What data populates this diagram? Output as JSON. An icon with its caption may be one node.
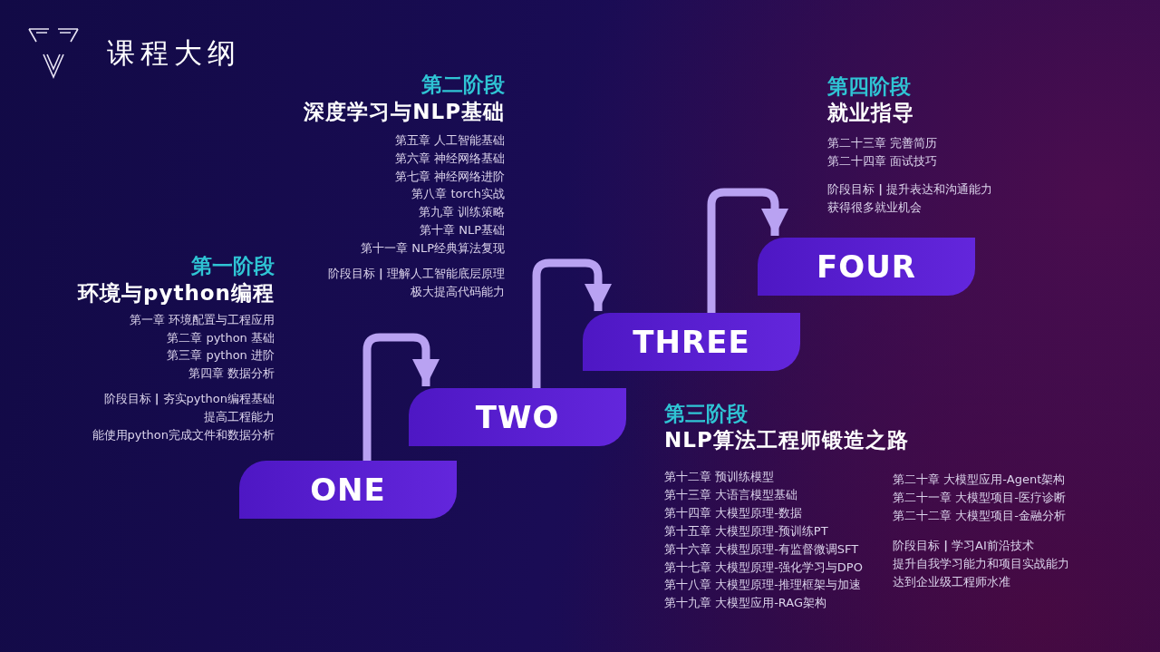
{
  "diagram": {
    "title": "课程大纲",
    "nodes": [
      {
        "text": [
          "ONE"
        ]
      },
      {
        "text": [
          "TWO"
        ]
      },
      {
        "text": [
          "THREE"
        ]
      },
      {
        "text": [
          "FOUR"
        ]
      }
    ],
    "edges": [
      {
        "from": 0,
        "to": 1,
        "arrow": "to"
      },
      {
        "from": 1,
        "to": 2,
        "arrow": "to"
      },
      {
        "from": 2,
        "to": 3,
        "arrow": "to"
      }
    ],
    "labels": [
      "第一阶段",
      "环境与python编程",
      "第一章 环境配置与工程应用",
      "第二章 python 基础",
      "第三章 python 进阶",
      "第四章 数据分析",
      "阶段目标 **|** 夯实python编程基础",
      "提高工程能力",
      "能使用python完成文件和数据分析",
      "第二阶段",
      "深度学习与NLP基础",
      "第五章 人工智能基础",
      "第六章 神经网络基础",
      "第七章 神经网络进阶",
      "第八章 torch实战",
      "第九章 训练策略",
      "第十章 NLP基础",
      "第十一章 NLP经典算法复现",
      "阶段目标 **|** 理解人工智能底层原理",
      "极大提高代码能力",
      "第四阶段",
      "就业指导",
      "第二十三章 完善简历",
      "第二十四章 面试技巧",
      "阶段目标 **|** 提升表达和沟通能力",
      "获得很多就业机会",
      "第三阶段",
      "NLP算法工程师锻造之路",
      "第十二章 预训练模型",
      "第十三章 大语言模型基础",
      "第十四章 大模型原理-数据",
      "第十五章 大模型原理-预训练PT",
      "第十六章 大模型原理-有监督微调SFT",
      "第十七章 大模型原理-强化学习与DPO",
      "第十八章 大模型原理-推理框架与加速",
      "第十九章 大模型应用-RAG架构",
      "第二十章 大模型应用-Agent架构",
      "第二十一章 大模型项目-医疗诊断",
      "第二十二章 大模型项目-金融分析",
      "阶段目标 **|** 学习AI前沿技术",
      "提升自我学习能力和项目实战能力",
      "达到企业级工程师水准"
    ]
  }
}
